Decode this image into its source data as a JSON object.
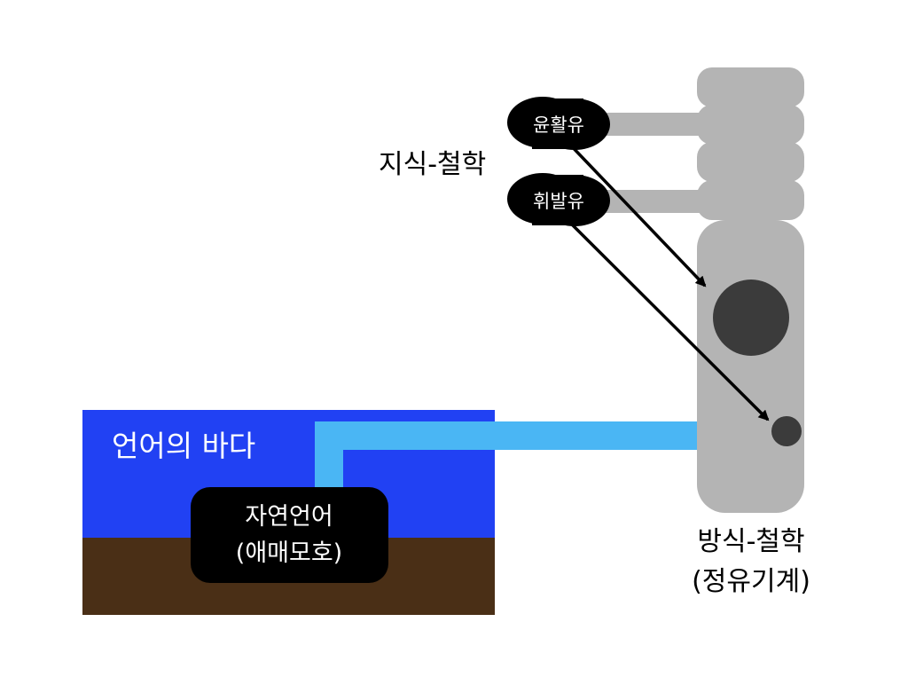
{
  "labels": {
    "sea": "언어의 바다",
    "natural_line1": "자연언어",
    "natural_line2": "(애매모호)",
    "knowledge_philosophy": "지식-철학",
    "method_line1": "방식-철학",
    "method_line2": "(정유기계)",
    "lubricant": "윤활유",
    "volatile": "휘발유"
  },
  "colors": {
    "sea": "#2141f3",
    "seabed": "#4a2f16",
    "pipe": "#4ab6f4",
    "machine": "#b4b4b4",
    "dark": "#3b3b3b",
    "pill": "#000000",
    "white_text": "#ffffff"
  }
}
